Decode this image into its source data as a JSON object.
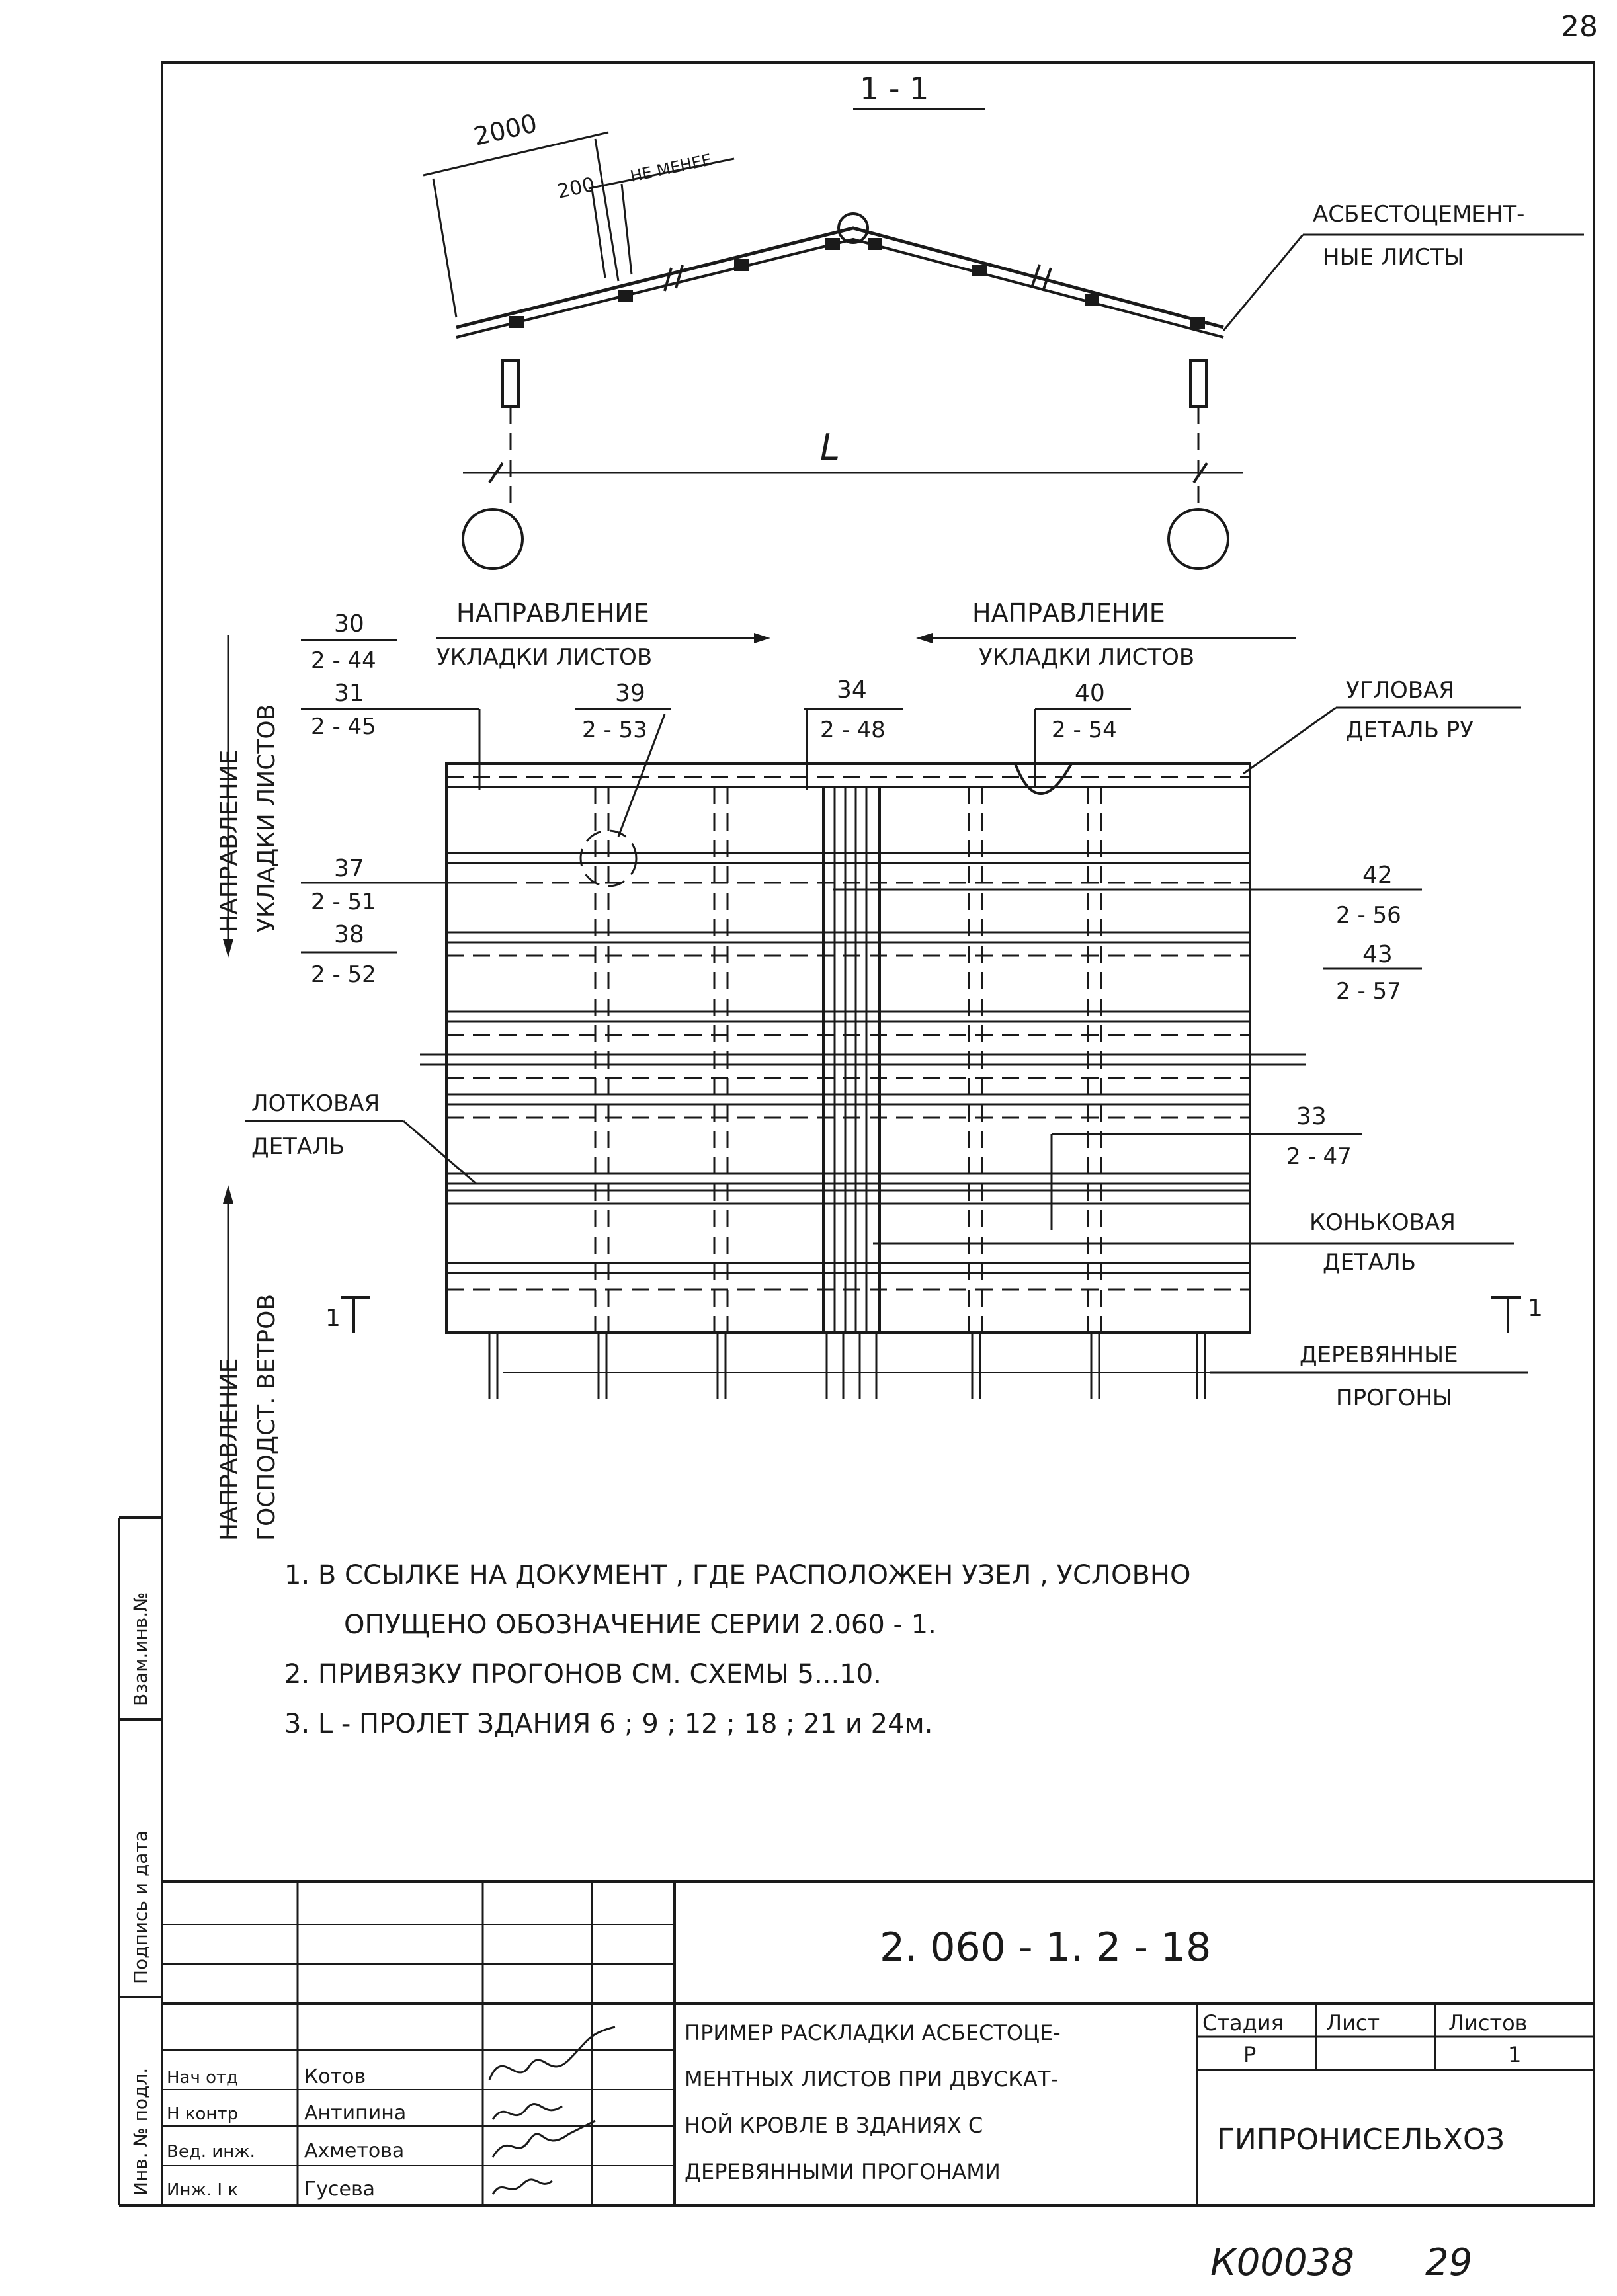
{
  "page_number_top": "28",
  "section": {
    "label": "1 - 1"
  },
  "dimensions": {
    "d2000": "2000",
    "d200": "200",
    "not_less": "НЕ МЕНЕЕ",
    "span": "L"
  },
  "callouts": {
    "asbestos_sheets": [
      "АСБЕСТОЦЕМЕНТ-",
      "НЫЕ ЛИСТЫ"
    ],
    "corner_detail": [
      "УГЛОВАЯ",
      "ДЕТАЛЬ РУ"
    ],
    "gutter_detail": [
      "ЛОТКОВАЯ",
      "ДЕТАЛЬ"
    ],
    "ridge_detail": [
      "КОНЬКОВАЯ",
      "ДЕТАЛЬ"
    ],
    "purlins": [
      "ДЕРЕВЯННЫЕ",
      "ПРОГОНЫ"
    ]
  },
  "directions": {
    "laying_left": [
      "НАПРАВЛЕНИЕ",
      "УКЛАДКИ ЛИСТОВ"
    ],
    "laying_right": [
      "НАПРАВЛЕНИЕ",
      "УКЛАДКИ ЛИСТОВ"
    ],
    "vertical_laying": [
      "НАПРАВЛЕНИЕ",
      "УКЛАДКИ ЛИСТОВ"
    ],
    "wind": [
      "НАПРАВЛЕНИЕ",
      "ГОСПОДСТ. ВЕТРОВ"
    ]
  },
  "node_refs": [
    {
      "num": "30",
      "ref": "2 - 44"
    },
    {
      "num": "31",
      "ref": "2 - 45"
    },
    {
      "num": "39",
      "ref": "2 - 53"
    },
    {
      "num": "34",
      "ref": "2 - 48"
    },
    {
      "num": "40",
      "ref": "2 - 54"
    },
    {
      "num": "37",
      "ref": "2 - 51"
    },
    {
      "num": "38",
      "ref": "2 - 52"
    },
    {
      "num": "42",
      "ref": "2 - 56"
    },
    {
      "num": "43",
      "ref": "2 - 57"
    },
    {
      "num": "33",
      "ref": "2 - 47"
    }
  ],
  "section_mark": "1",
  "notes": [
    "1.  В ССЫЛКЕ НА ДОКУМЕНТ , ГДЕ РАСПОЛОЖЕН УЗЕЛ , УСЛОВНО",
    "ОПУЩЕНО  ОБОЗНАЧЕНИЕ  СЕРИИ   2.060 - 1.",
    "2.  ПРИВЯЗКУ  ПРОГОНОВ   СМ. СХЕМЫ  5...10.",
    "3.  L  -  ПРОЛЕТ  ЗДАНИЯ  6 ; 9 ; 12 ; 18 ; 21 и 24м."
  ],
  "side_stamp": [
    "Взам.инв.№",
    "Подпись и дата",
    "Инв. № подл."
  ],
  "title_block": {
    "code": "2. 060  -  1. 2  -  18",
    "title": [
      "ПРИМЕР РАСКЛАДКИ АСБЕСТОЦЕ-",
      "МЕНТНЫХ ЛИСТОВ ПРИ ДВУСКАТ-",
      "НОЙ КРОВЛЕ В ЗДАНИЯХ С",
      "ДЕРЕВЯННЫМИ  ПРОГОНАМИ"
    ],
    "stage_label": "Стадия",
    "sheet_label": "Лист",
    "sheets_label": "Листов",
    "stage": "Р",
    "sheets": "1",
    "org": "ГИПРОНИСЕЛЬХОЗ",
    "people": [
      {
        "role": "Нач отд",
        "name": "Котов"
      },
      {
        "role": "Н контр",
        "name": "Антипина"
      },
      {
        "role": "Вед. инж.",
        "name": "Ахметова"
      },
      {
        "role": "Инж. I к",
        "name": "Гусева"
      }
    ]
  },
  "bottom_stamp": "К00038",
  "bottom_number": "29"
}
